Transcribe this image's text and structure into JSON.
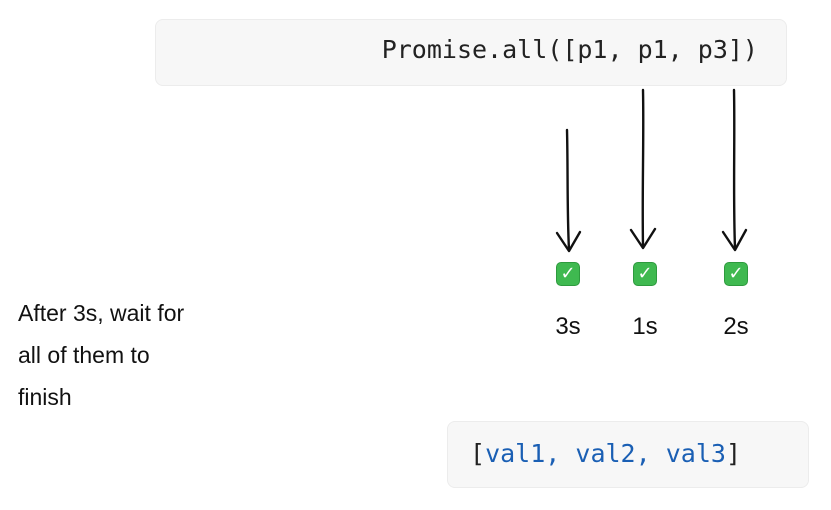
{
  "code": {
    "promise_call": "Promise.all([p1, p1, p3])"
  },
  "promises": [
    {
      "icon": "check-mark-icon",
      "time": "3s"
    },
    {
      "icon": "check-mark-icon",
      "time": "1s"
    },
    {
      "icon": "check-mark-icon",
      "time": "2s"
    }
  ],
  "note": {
    "line1": "After 3s, wait for",
    "line2": "all of them to",
    "line3": "finish"
  },
  "result": {
    "open": "[",
    "values": [
      "val1",
      "val2",
      "val3"
    ],
    "separator": ", ",
    "close": "]"
  },
  "colors": {
    "check_green": "#3fb950",
    "value_blue": "#1a5fb4"
  }
}
